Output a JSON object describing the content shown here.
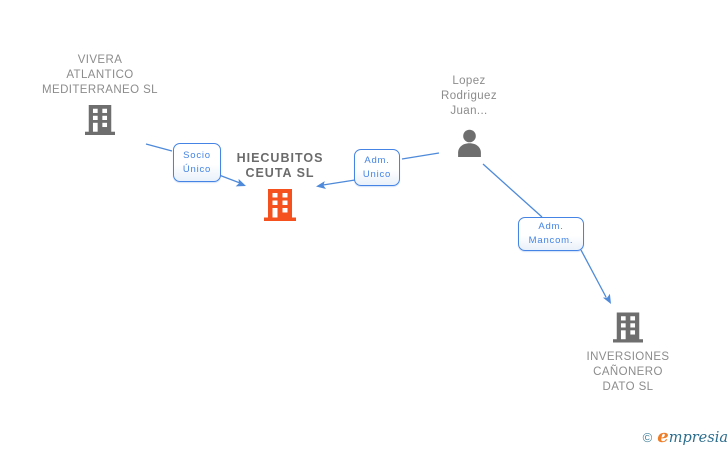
{
  "colors": {
    "accent_blue": "#4584e4",
    "icon_gray": "#6e6e6e",
    "label_gray": "#8c8c8c",
    "highlight_orange": "#f4511e",
    "logo_orange": "#ee7d28",
    "logo_teal": "#2d6e8d"
  },
  "nodes": {
    "vivera": {
      "type": "company",
      "icon": "building-icon",
      "line1": "VIVERA",
      "line2": "ATLANTICO",
      "line3": "MEDITERRANEO SL"
    },
    "hiecubitos": {
      "type": "company",
      "icon": "building-icon",
      "highlighted": true,
      "line1": "HIECUBITOS",
      "line2": "CEUTA SL"
    },
    "lopez": {
      "type": "person",
      "icon": "person-icon",
      "line1": "Lopez",
      "line2": "Rodriguez",
      "line3": "Juan..."
    },
    "inversiones": {
      "type": "company",
      "icon": "building-icon",
      "line1": "INVERSIONES",
      "line2": "CAÑONERO",
      "line3": "DATO SL"
    }
  },
  "edges": {
    "socio_unico": {
      "from": "vivera",
      "to": "hiecubitos",
      "line1": "Socio",
      "line2": "Único"
    },
    "adm_unico": {
      "from": "lopez",
      "to": "hiecubitos",
      "line1": "Adm.",
      "line2": "Unico"
    },
    "adm_mancom": {
      "from": "lopez",
      "to": "inversiones",
      "line1": "Adm.",
      "line2": "Mancom."
    }
  },
  "logo": {
    "copyright_symbol": "©",
    "brand_initial": "e",
    "brand_rest": "mpresia"
  }
}
